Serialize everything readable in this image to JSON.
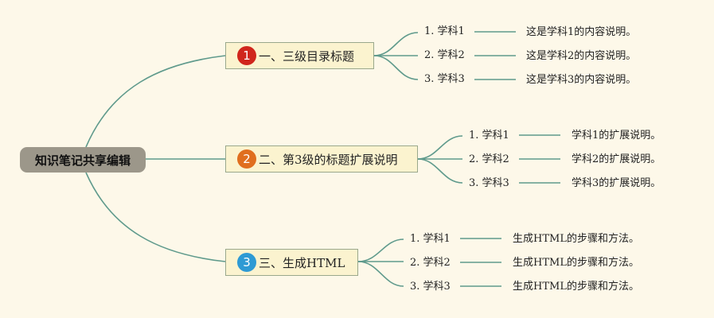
{
  "root": {
    "label": "知识笔记共享编辑"
  },
  "topics": [
    {
      "number": "1",
      "label": "一、三级目录标题",
      "badge_color": "#d0261c",
      "items": [
        {
          "label": "1. 学科1",
          "desc": "这是学科1的内容说明。"
        },
        {
          "label": "2. 学科2",
          "desc": "这是学科2的内容说明。"
        },
        {
          "label": "3. 学科3",
          "desc": "这是学科3的内容说明。"
        }
      ]
    },
    {
      "number": "2",
      "label": "二、第3级的标题扩展说明",
      "badge_color": "#e06e1e",
      "items": [
        {
          "label": "1. 学科1",
          "desc": "学科1的扩展说明。"
        },
        {
          "label": "2. 学科2",
          "desc": "学科2的扩展说明。"
        },
        {
          "label": "3. 学科3",
          "desc": "学科3的扩展说明。"
        }
      ]
    },
    {
      "number": "3",
      "label": "三、生成HTML",
      "badge_color": "#2e9ad4",
      "items": [
        {
          "label": "1. 学科1",
          "desc": "生成HTML的步骤和方法。"
        },
        {
          "label": "2. 学科2",
          "desc": "生成HTML的步骤和方法。"
        },
        {
          "label": "3. 学科3",
          "desc": "生成HTML的步骤和方法。"
        }
      ]
    }
  ],
  "colors": {
    "line": "#5f9a8c",
    "background": "#fdf8e9",
    "root_fill": "#9c978a",
    "topic_fill": "#fbf3cf"
  }
}
